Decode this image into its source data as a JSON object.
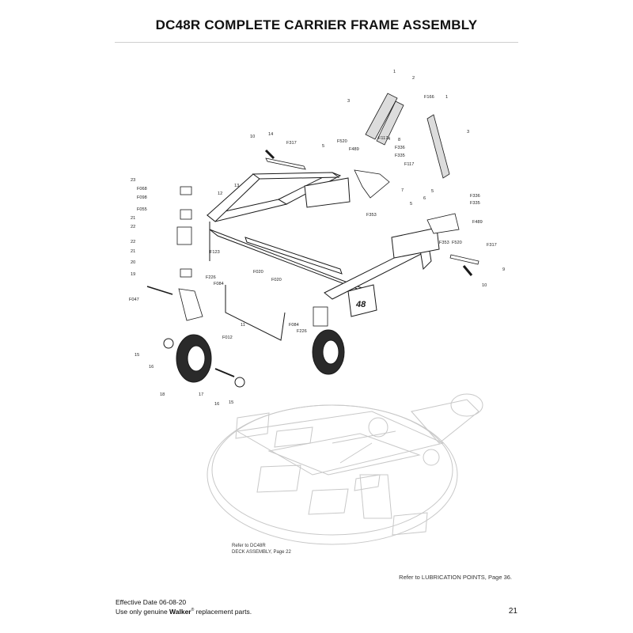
{
  "page": {
    "title": "DC48R COMPLETE CARRIER FRAME ASSEMBLY",
    "deck_reference": [
      "Refer to DC48R",
      "DECK ASSEMBLY, Page 22"
    ],
    "lubrication_note": "Refer to LUBRICATION POINTS, Page 36.",
    "effective_date": "Effective Date 06-08-20",
    "genuine_prefix": "Use only genuine ",
    "brand": "Walker",
    "registered_mark": "®",
    "genuine_suffix": " replacement parts.",
    "page_number": "21",
    "frame_decal": "48"
  },
  "callouts": [
    "1",
    "2",
    "F166",
    "1",
    "3",
    "3",
    "F117",
    "8",
    "4",
    "F336",
    "F335",
    "F117",
    "5",
    "F520",
    "F489",
    "5",
    "F317",
    "14",
    "10",
    "23",
    "F068",
    "F098",
    "F055",
    "21",
    "22",
    "12",
    "13",
    "7",
    "F353",
    "6",
    "F336",
    "F335",
    "5",
    "F489",
    "F520",
    "F353",
    "F317",
    "9",
    "10",
    "22",
    "21",
    "20",
    "19",
    "F047",
    "F123",
    "F226",
    "F084",
    "F020",
    "F020",
    "F084",
    "F226",
    "11",
    "F012",
    "15",
    "16",
    "18",
    "17",
    "16",
    "15"
  ],
  "colors": {
    "line": "#1a1a1a",
    "deck_ghost": "#c8c8c8",
    "frame_fill": "#ffffff",
    "spring_fill": "#dcdcdc",
    "tire": "#2a2a2a"
  }
}
